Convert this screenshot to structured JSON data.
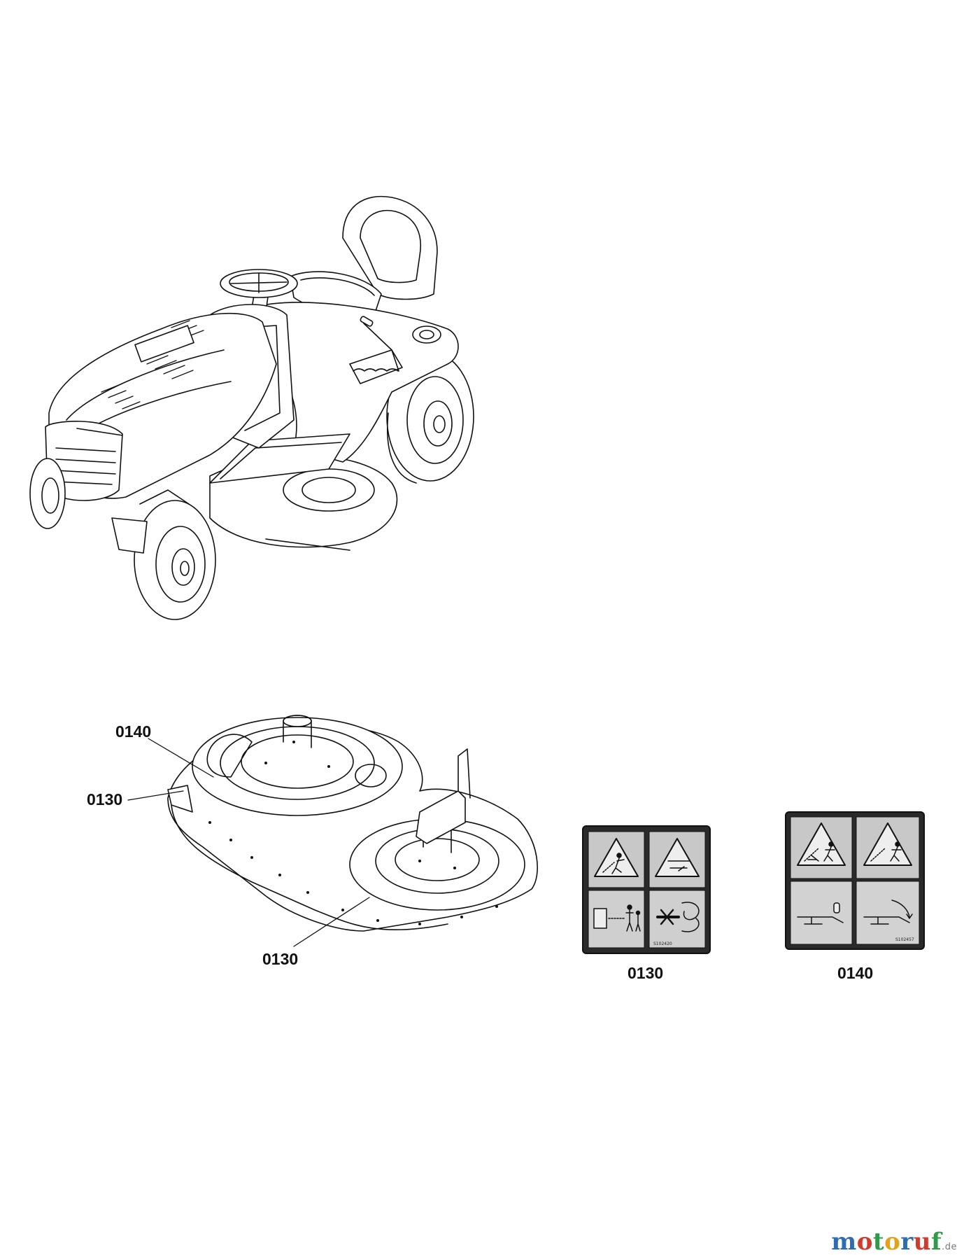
{
  "callouts": {
    "deck_top": "0140",
    "deck_left": "0130",
    "deck_bottom": "0130"
  },
  "decals": {
    "left_caption": "0130",
    "left_code": "S102420",
    "right_caption": "0140",
    "right_code": "S102457"
  },
  "watermark": {
    "letters": [
      "m",
      "o",
      "t",
      "o",
      "r",
      "u",
      "f"
    ],
    "colors": [
      "#2e6db4",
      "#d23a2b",
      "#2f9a4a",
      "#e3a21a",
      "#2e6db4",
      "#d23a2b",
      "#2f9a4a"
    ],
    "suffix": ".de"
  }
}
